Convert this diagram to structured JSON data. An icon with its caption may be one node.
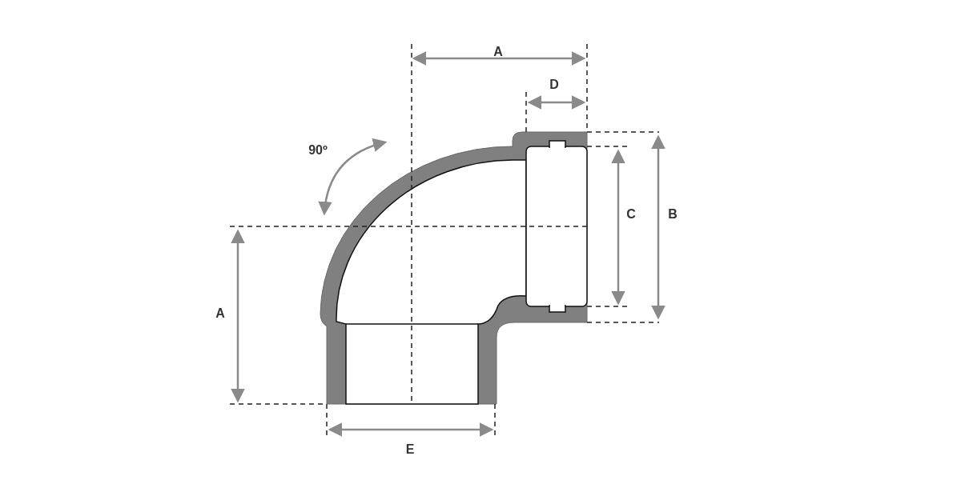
{
  "diagram": {
    "labels": [
      "A",
      "D",
      "90º",
      "C",
      "B",
      "A",
      "E"
    ]
  }
}
